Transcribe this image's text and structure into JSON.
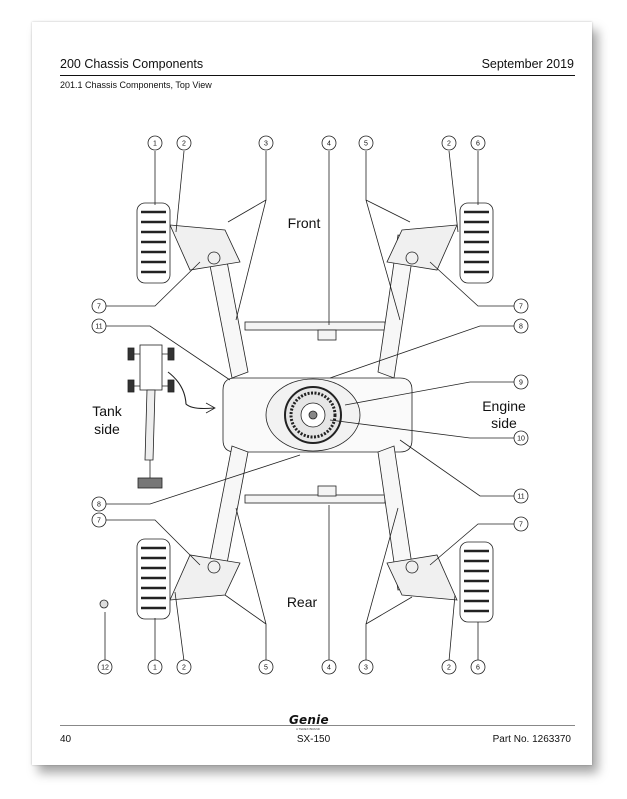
{
  "header": {
    "title": "200 Chassis Components",
    "date": "September 2019",
    "subtitle": "201.1 Chassis Components, Top View"
  },
  "diagram": {
    "labels": {
      "front": "Front",
      "rear": "Rear",
      "tank_line1": "Tank",
      "tank_line2": "side",
      "engine_line1": "Engine",
      "engine_line2": "side"
    },
    "callouts_top": [
      "1",
      "2",
      "3",
      "4",
      "5",
      "2",
      "6"
    ],
    "callouts_left": [
      "7",
      "11",
      "8",
      "7"
    ],
    "callouts_right": [
      "7",
      "8",
      "9",
      "10",
      "11",
      "7"
    ],
    "callouts_bottom": [
      "12",
      "1",
      "2",
      "5",
      "4",
      "3",
      "2",
      "6"
    ]
  },
  "footer": {
    "page": "40",
    "model": "SX-150",
    "part": "Part No. 1263370",
    "logo": "Genie",
    "logo_sub": "A TEREX BRAND"
  }
}
